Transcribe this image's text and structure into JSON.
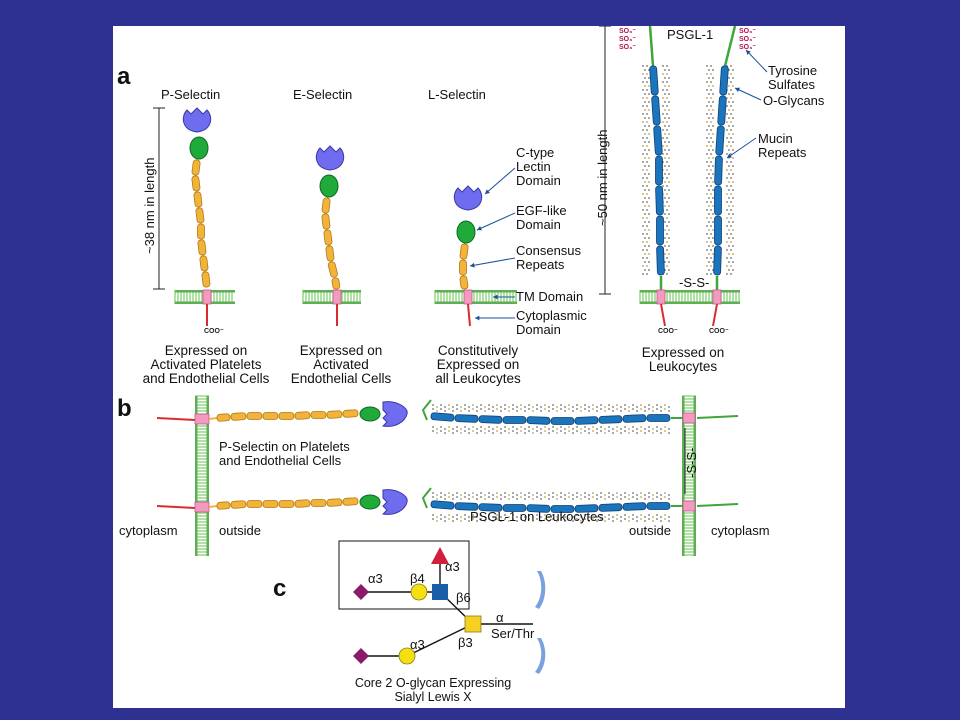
{
  "colors": {
    "background": "#2e3192",
    "panel": "#ffffff",
    "lectin": "#6f6cf0",
    "egf": "#1faa3a",
    "consensus": "#f2b33a",
    "tm": "#f29ac0",
    "membrane": "#7ccf6a",
    "cytoplasmic": "#d92b2b",
    "psgl_stalk": "#3fa63a",
    "mucin": "#1b75bc",
    "sulfate": "#b0134f",
    "sialic_acid": "#8b1a6a",
    "galactose": "#f4e012",
    "glcnac": "#1b5ea8",
    "galnac": "#f4d022",
    "fucose": "#d21f3c",
    "arrow": "#1b4f9c"
  },
  "panel_a": {
    "letter": "a",
    "selectins": [
      {
        "name": "P-Selectin",
        "caption": [
          "Expressed on",
          "Activated Platelets",
          "and Endothelial Cells"
        ]
      },
      {
        "name": "E-Selectin",
        "caption": [
          "Expressed on",
          "Activated",
          "Endothelial Cells"
        ]
      },
      {
        "name": "L-Selectin",
        "caption": [
          "Constitutively",
          "Expressed on",
          "all Leukocytes"
        ]
      }
    ],
    "length_38": "~38 nm in length",
    "length_50": "~50 nm in length",
    "domains": [
      [
        "C-type",
        "Lectin",
        "Domain"
      ],
      [
        "EGF-like",
        "Domain"
      ],
      [
        "Consensus",
        "Repeats"
      ],
      [
        "TM Domain"
      ],
      [
        "Cytoplasmic",
        "Domain"
      ]
    ],
    "psgl": {
      "name": "PSGL-1",
      "labels": [
        [
          "Tyrosine",
          "Sulfates"
        ],
        [
          "O-Glycans"
        ],
        [
          "Mucin",
          "Repeats"
        ]
      ],
      "disulfide": "-S-S-",
      "caption": [
        "Expressed on",
        "Leukocytes"
      ]
    },
    "coo": "COO⁻",
    "so3": "SO₃⁻"
  },
  "panel_b": {
    "letter": "b",
    "label_p": [
      "P-Selectin on Platelets",
      "and Endothelial Cells"
    ],
    "label_psgl": "PSGL-1 on Leukocytes",
    "disulfide": "-S-S-",
    "left_labels": [
      "cytoplasm",
      "outside"
    ],
    "right_labels": [
      "outside",
      "cytoplasm"
    ]
  },
  "panel_c": {
    "letter": "c",
    "linkages": [
      "α3",
      "β4",
      "α3",
      "β6",
      "α",
      "α3",
      "β3"
    ],
    "ser_thr": "Ser/Thr",
    "caption": [
      "Core 2 O-glycan Expressing",
      "Sialyl Lewis X"
    ]
  }
}
